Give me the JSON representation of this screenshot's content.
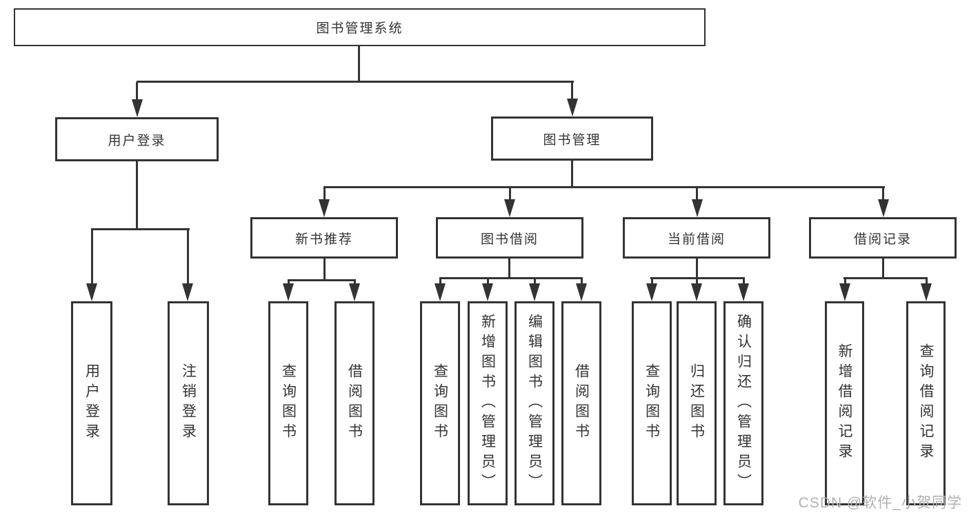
{
  "style": {
    "line_color": "#333333",
    "box_border_color": "#333333",
    "box_fill": "#ffffff",
    "text_color": "#333333",
    "watermark_color": "#b0b0b0",
    "background": "#ffffff"
  },
  "diagram": {
    "type": "tree",
    "root": {
      "label": "图书管理系统"
    },
    "branches": [
      {
        "label": "用户登录",
        "children": [
          {
            "label": "用户登录"
          },
          {
            "label": "注销登录"
          }
        ]
      },
      {
        "label": "图书管理",
        "children": [
          {
            "label": "新书推荐",
            "children": [
              {
                "label": "查询图书"
              },
              {
                "label": "借阅图书"
              }
            ]
          },
          {
            "label": "图书借阅",
            "children": [
              {
                "label": "查询图书"
              },
              {
                "label": "新增图书（管理员）"
              },
              {
                "label": "编辑图书（管理员）"
              },
              {
                "label": "借阅图书"
              }
            ]
          },
          {
            "label": "当前借阅",
            "children": [
              {
                "label": "查询图书"
              },
              {
                "label": "归还图书"
              },
              {
                "label": "确认归还（管理员）"
              }
            ]
          },
          {
            "label": "借阅记录",
            "children": [
              {
                "label": "新增借阅记录"
              },
              {
                "label": "查询借阅记录"
              }
            ]
          }
        ]
      }
    ]
  },
  "watermark": {
    "text": "CSDN @软件_小贺同学"
  }
}
